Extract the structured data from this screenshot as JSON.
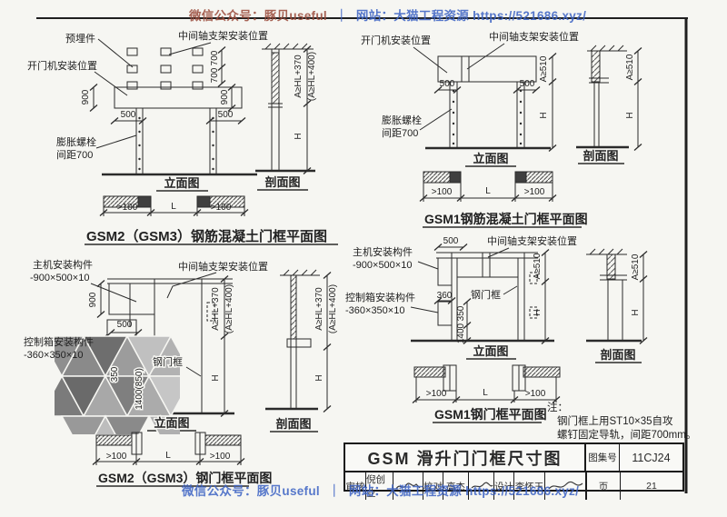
{
  "colors": {
    "paper": "#f6f6f2",
    "ink": "#2b2b2b",
    "watermark_blue": "#3b62c4",
    "watermark_red": "#9a4a3a"
  },
  "watermark": {
    "part1": "微信公众号：豚贝useful",
    "sep": "｜",
    "part2": "网站：大猫工程资源 https://521686.xyz/"
  },
  "captions": {
    "elevation": "立面图",
    "section": "剖面图"
  },
  "plan_titles": {
    "tl": "GSM2（GSM3）钢筋混凝土门框平面图",
    "tr": "GSM1钢筋混凝土门框平面图",
    "bl": "GSM2（GSM3）钢门框平面图",
    "br": "GSM1钢门框平面图"
  },
  "labels": {
    "embed": "预埋件",
    "mid_bracket": "中间轴支架安装位置",
    "opener": "开门机安装位置",
    "bolt1": "膨胀螺栓",
    "bolt2": "间距700",
    "host1": "主机安装构件",
    "host2": "-900×500×10",
    "ctrl1": "控制箱安装构件",
    "ctrl2": "-360×350×10",
    "steel_frame": "钢门框"
  },
  "dims": {
    "d500": "500",
    "d700": "700",
    "d900": "900",
    "d350": "350",
    "d360": "360",
    "d1400": "1400",
    "d1400_850": "1400(850)",
    "gt100": ">100",
    "L": "L",
    "H": "H",
    "aHL370": "A≥HL+370",
    "aHL400": "(A≥HL+400)",
    "a510": "A≥510"
  },
  "note": {
    "mark": "注：",
    "line1": "钢门框上用ST10×35自攻",
    "line2": "螺钉固定导轨，间距700mm。"
  },
  "titleblock": {
    "title": "GSM 滑升门门框尺寸图",
    "atlas_label": "图集号",
    "atlas_no": "11CJ24",
    "page_label": "页",
    "page_no": "21",
    "reviewer_label": "审核",
    "reviewer_name": "倪创业",
    "proofreader_label": "校对",
    "proofreader_name": "高杰",
    "designer_label": "设计",
    "designer_name": "李怀玉"
  }
}
